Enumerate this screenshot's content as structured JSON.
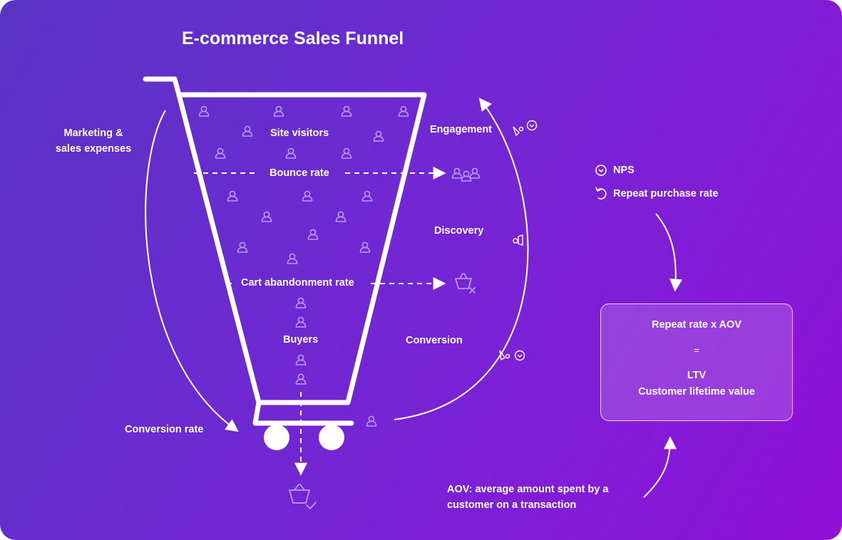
{
  "title": "E-commerce Sales Funnel",
  "left": {
    "marketing": [
      "Marketing &",
      "sales expenses"
    ],
    "conversion_rate": "Conversion rate"
  },
  "funnel": {
    "site_visitors": "Site visitors",
    "bounce_rate": "Bounce rate",
    "cart_abandonment": "Cart abandonment rate",
    "buyers": "Buyers"
  },
  "loop": {
    "engagement": "Engagement",
    "discovery": "Discovery",
    "conversion": "Conversion"
  },
  "retention": {
    "nps": "NPS",
    "repeat_purchase": "Repeat purchase rate"
  },
  "ltv_box": {
    "formula": "Repeat rate x AOV",
    "equals": "=",
    "ltv": "LTV",
    "ltv_full": "Customer lifetime value"
  },
  "aov_note": [
    "AOV: average amount spent by a",
    "customer on a transaction"
  ],
  "colors": {
    "accent": "#b79cff",
    "line": "#ffffff"
  },
  "icons": [
    "person-icon",
    "group-icon",
    "basket-x-icon",
    "basket-check-icon",
    "chat-heart-icon",
    "megaphone-icon",
    "refresh-icon"
  ]
}
